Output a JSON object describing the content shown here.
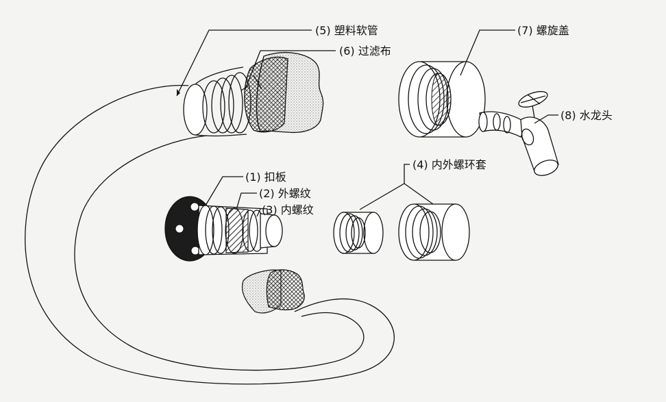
{
  "labels": {
    "hose": "(5) 塑料软管",
    "filter": "(6) 过滤布",
    "cap": "(7) 螺旋盖",
    "faucet": "(8) 水龙头",
    "plate": "(1) 扣板",
    "outer_thread": "(2) 外螺纹",
    "inner_thread": "(3) 内螺纹",
    "ring_sleeve": "(4) 内外螺环套"
  }
}
